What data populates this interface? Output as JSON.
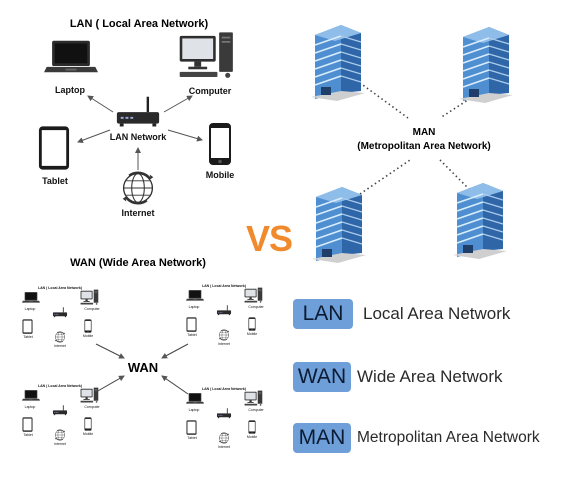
{
  "lan_diagram": {
    "title": "LAN ( Local Area Network)",
    "center_label": "LAN Network",
    "devices": {
      "laptop": "Laptop",
      "computer": "Computer",
      "tablet": "Tablet",
      "mobile": "Mobile",
      "internet": "Internet"
    }
  },
  "man_diagram": {
    "title_line1": "MAN",
    "title_line2": "(Metropolitan Area Network)"
  },
  "vs_label": "VS",
  "wan_diagram": {
    "title": "WAN (Wide Area Network)",
    "center_label": "WAN",
    "mini_lans": [
      {
        "title": "LAN ( Local Area Network)",
        "laptop": "Laptop",
        "computer": "Computer",
        "tablet": "Tablet",
        "mobile": "Mobile",
        "internet": "Internet"
      },
      {
        "title": "LAN ( Local Area Network)",
        "laptop": "Laptop",
        "computer": "Computer",
        "tablet": "Tablet",
        "mobile": "Mobile",
        "internet": "Internet"
      },
      {
        "title": "LAN ( Local Area Network)",
        "laptop": "Laptop",
        "computer": "Computer",
        "tablet": "Tablet",
        "mobile": "Mobile",
        "internet": "Internet"
      },
      {
        "title": "LAN ( Local Area Network)",
        "laptop": "Laptop",
        "computer": "Computer",
        "tablet": "Tablet",
        "mobile": "Mobile",
        "internet": "Internet"
      }
    ]
  },
  "legend": [
    {
      "abbr": "LAN",
      "text": "Local Area Network"
    },
    {
      "abbr": "WAN",
      "text": "Wide Area Network"
    },
    {
      "abbr": "MAN",
      "text": "Metropolitan Area Network"
    }
  ],
  "colors": {
    "vs": "#f08a2c",
    "badge": "#6f9fd8",
    "building_blue": "#4a86c8"
  },
  "icons": [
    "laptop-icon",
    "computer-icon",
    "router-icon",
    "tablet-icon",
    "mobile-icon",
    "internet-icon",
    "building-icon"
  ]
}
